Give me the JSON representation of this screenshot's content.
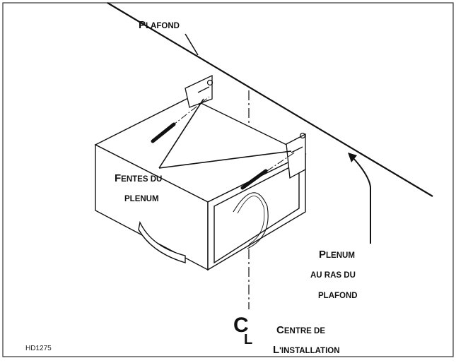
{
  "labels": {
    "ceiling": {
      "initial": "P",
      "rest": "LAFOND"
    },
    "slots": {
      "line1": {
        "initial": "F",
        "rest": "ENTES DU"
      },
      "line2": "PLENUM"
    },
    "flush": {
      "line1": {
        "initial": "P",
        "rest": "LENUM"
      },
      "line2": "AU RAS DU",
      "line3": "PLAFOND"
    },
    "centerline_symbol": {
      "c": "C",
      "l": "L"
    },
    "centre": {
      "line1": {
        "initial": "C",
        "rest": "ENTRE DE"
      },
      "line2": {
        "initial": "L",
        "rest": "'INSTALLATION"
      }
    }
  },
  "figure_code": "HD1275",
  "colors": {
    "line": "#111111",
    "frame": "#333333",
    "fill": "#ffffff"
  }
}
